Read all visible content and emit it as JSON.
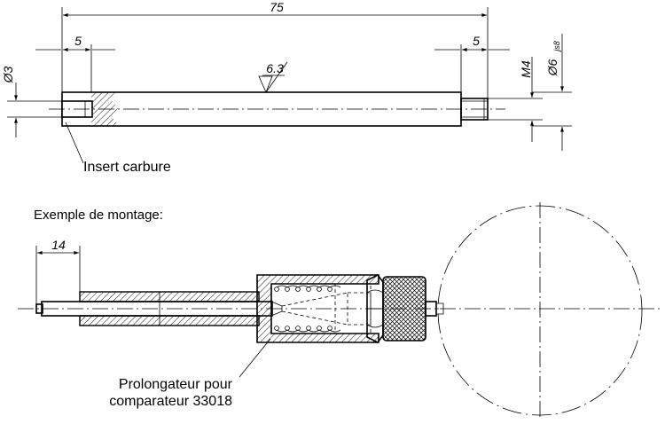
{
  "dimensions": {
    "overall_length": "75",
    "left_length": "5",
    "right_length": "5",
    "insert_diameter": "Ø3",
    "thread": "M4",
    "shaft_diameter": "Ø6",
    "shaft_tolerance": "js8",
    "roughness": "6.3",
    "mount_length": "14"
  },
  "labels": {
    "insert": "Insert carbure",
    "example_title": "Exemple de montage:",
    "extension_line1": "Prolongateur pour",
    "extension_line2": "comparateur 33018"
  }
}
